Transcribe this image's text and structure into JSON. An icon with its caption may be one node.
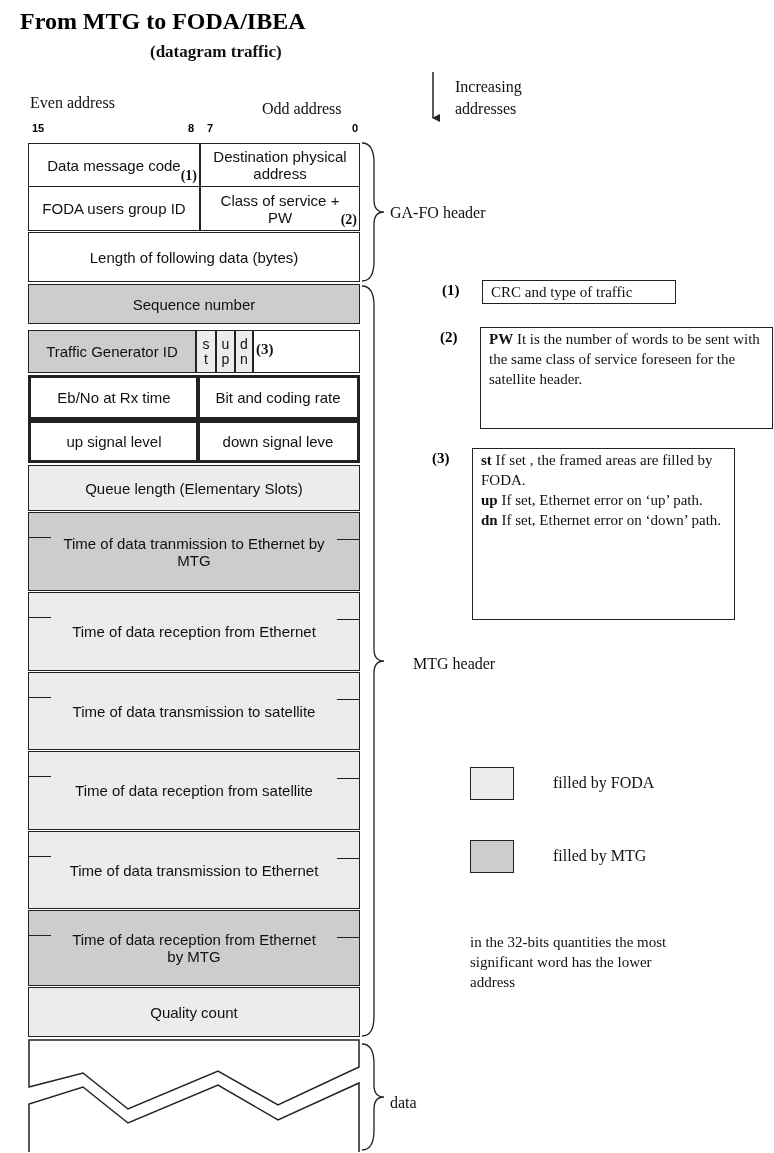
{
  "diagram": {
    "title": "From MTG to FODA/IBEA",
    "nodes": [
      {
        "text": [
          "Data message code",
          "(1)"
        ]
      },
      {
        "text": [
          "Destination physical address"
        ]
      },
      {
        "text": [
          "FODA users group ID"
        ]
      },
      {
        "text": [
          "Class of service + PW",
          "(2)"
        ]
      },
      {
        "text": [
          "Length of following data (bytes)"
        ]
      },
      {
        "text": [
          "Sequence number"
        ]
      },
      {
        "text": [
          "Traffic Generator ID"
        ]
      },
      {
        "text": [
          "st"
        ]
      },
      {
        "text": [
          "up"
        ]
      },
      {
        "text": [
          "dn"
        ]
      },
      {
        "text": [
          "(3)"
        ]
      },
      {
        "text": [
          "Eb/No at Rx time"
        ]
      },
      {
        "text": [
          "Bit and coding rate"
        ]
      },
      {
        "text": [
          "up signal level"
        ]
      },
      {
        "text": [
          "down signal leve"
        ]
      },
      {
        "text": [
          "Queue length (Elementary Slots)"
        ]
      },
      {
        "text": [
          "Time of data tranmission to Ethernet by MTG"
        ]
      },
      {
        "text": [
          "Time of data reception from Ethernet"
        ]
      },
      {
        "text": [
          "Time of data transmission to satellite"
        ]
      },
      {
        "text": [
          "Time of data reception from satellite"
        ]
      },
      {
        "text": [
          "Time of data transmission to Ethernet"
        ]
      },
      {
        "text": [
          "Time of data reception from Ethernet by MTG"
        ]
      },
      {
        "text": [
          "Quality count"
        ]
      },
      {
        "text": [
          "CRC and type of traffic"
        ],
        "beside": [
          "(1)"
        ]
      },
      {
        "text": [
          "**PW** It is the number of words to be sent with the same class of service foreseen for the satellite header."
        ],
        "beside": [
          "(2)"
        ]
      },
      {
        "text": [
          "**st** If set , the framed areas are filled by FODA.",
          "**up** If set, Ethernet error on ‘up’ path.",
          "**dn** If set, Ethernet error on ‘down’ path."
        ],
        "beside": [
          "(3)"
        ]
      },
      {
        "text": [],
        "shape": "box"
      }
    ],
    "labels": [
      "(datagram traffic)",
      "Even address",
      "Odd address",
      "Increasing addresses",
      "15",
      "8",
      "7",
      "0",
      "GA-FO header",
      "MTG header",
      "data",
      "in the 32-bits quantities the most significant word has the lower address"
    ],
    "legend": [
      {
        "text": "filled by FODA",
        "color": "#ececec"
      },
      {
        "text": "filled by MTG",
        "color": "#cdcdcd"
      }
    ]
  }
}
